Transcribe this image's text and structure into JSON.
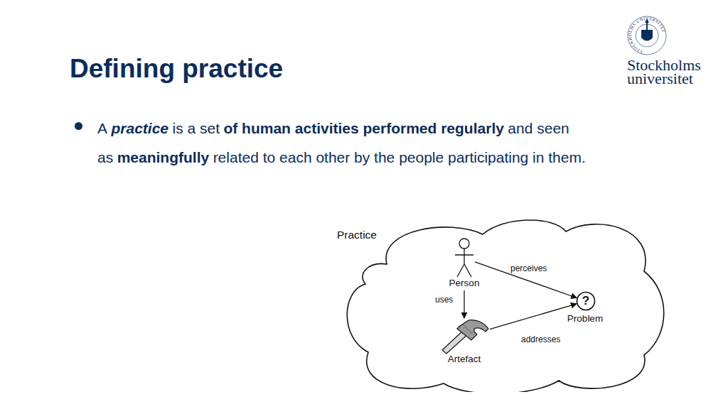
{
  "diagram": {
    "title": "Defining practice",
    "nodes": [
      {
        "text": [
          "Practice"
        ]
      },
      {
        "text": [
          "Person"
        ],
        "in": 0
      },
      {
        "text": [
          "?",
          "Problem"
        ],
        "in": 0
      },
      {
        "text": [
          "Artefact"
        ],
        "in": 0
      }
    ],
    "edges": [
      {
        "from": 1,
        "to": 2,
        "label": "perceives",
        "arrow": "to"
      },
      {
        "from": 1,
        "to": 3,
        "label": "uses",
        "arrow": "to"
      },
      {
        "from": 3,
        "to": 2,
        "label": "addresses",
        "arrow": "to"
      }
    ],
    "labels": [
      "A",
      "practice",
      "is a set",
      "of human activities performed regularly",
      "and seen as",
      "meaningfully",
      "related to each other by the people participating in them.",
      "Stockholms",
      "universitet",
      "STOCKHOLMS UNIVERSITET"
    ]
  }
}
